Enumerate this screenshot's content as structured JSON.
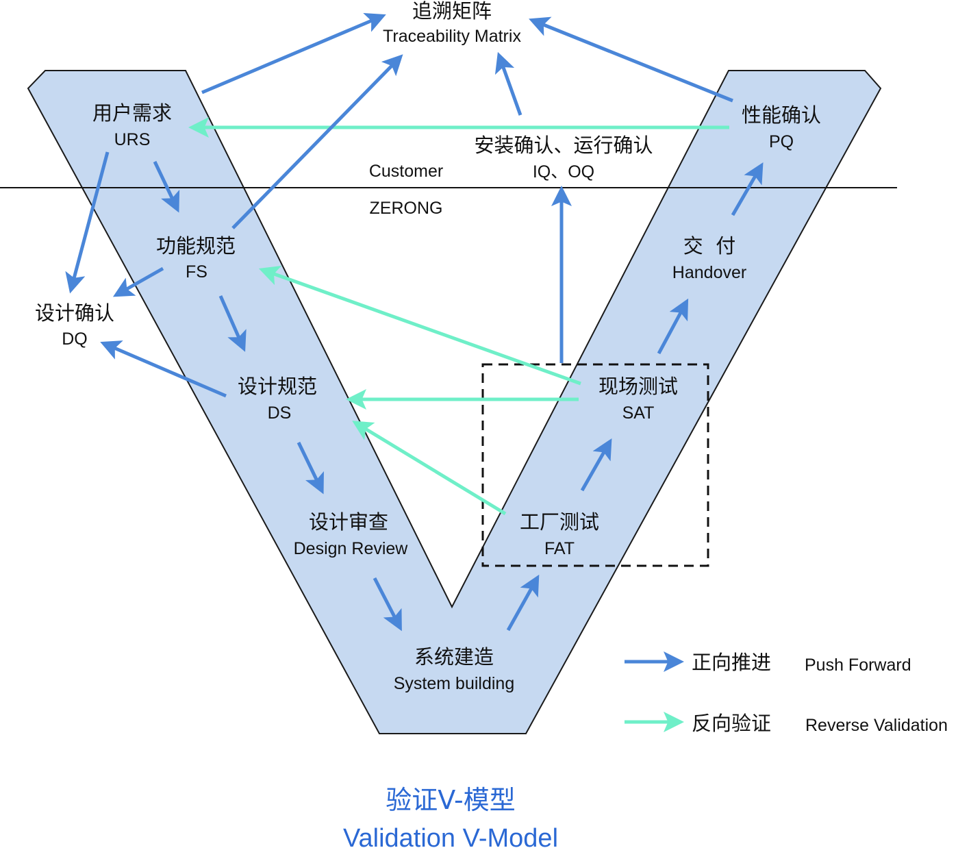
{
  "colors": {
    "v_fill": "#c6d9f1",
    "v_stroke": "#1a1a1a",
    "push_forward": "#4a86d8",
    "reverse_validation": "#6fefc8",
    "title": "#2a68d4"
  },
  "nodes": {
    "traceability": {
      "zh": "追溯矩阵",
      "en": "Traceability Matrix"
    },
    "urs": {
      "zh": "用户需求",
      "en": "URS"
    },
    "pq": {
      "zh": "性能确认",
      "en": "PQ"
    },
    "iqoq": {
      "zh": "安装确认、运行确认",
      "en": "IQ、OQ"
    },
    "fs": {
      "zh": "功能规范",
      "en": "FS"
    },
    "handover": {
      "zh": "交  付",
      "en": "Handover"
    },
    "dq": {
      "zh": "设计确认",
      "en": "DQ"
    },
    "ds": {
      "zh": "设计规范",
      "en": "DS"
    },
    "sat": {
      "zh": "现场测试",
      "en": "SAT"
    },
    "design_review": {
      "zh": "设计审查",
      "en": "Design Review"
    },
    "fat": {
      "zh": "工厂测试",
      "en": "FAT"
    },
    "system_building": {
      "zh": "系统建造",
      "en": "System building"
    }
  },
  "boundary": {
    "upper": "Customer",
    "lower": "ZERONG"
  },
  "legend": {
    "push_forward": {
      "zh": "正向推进",
      "en": "Push Forward"
    },
    "reverse_validation": {
      "zh": "反向验证",
      "en": "Reverse Validation"
    }
  },
  "title": {
    "zh": "验证V-模型",
    "en": "Validation V-Model"
  }
}
